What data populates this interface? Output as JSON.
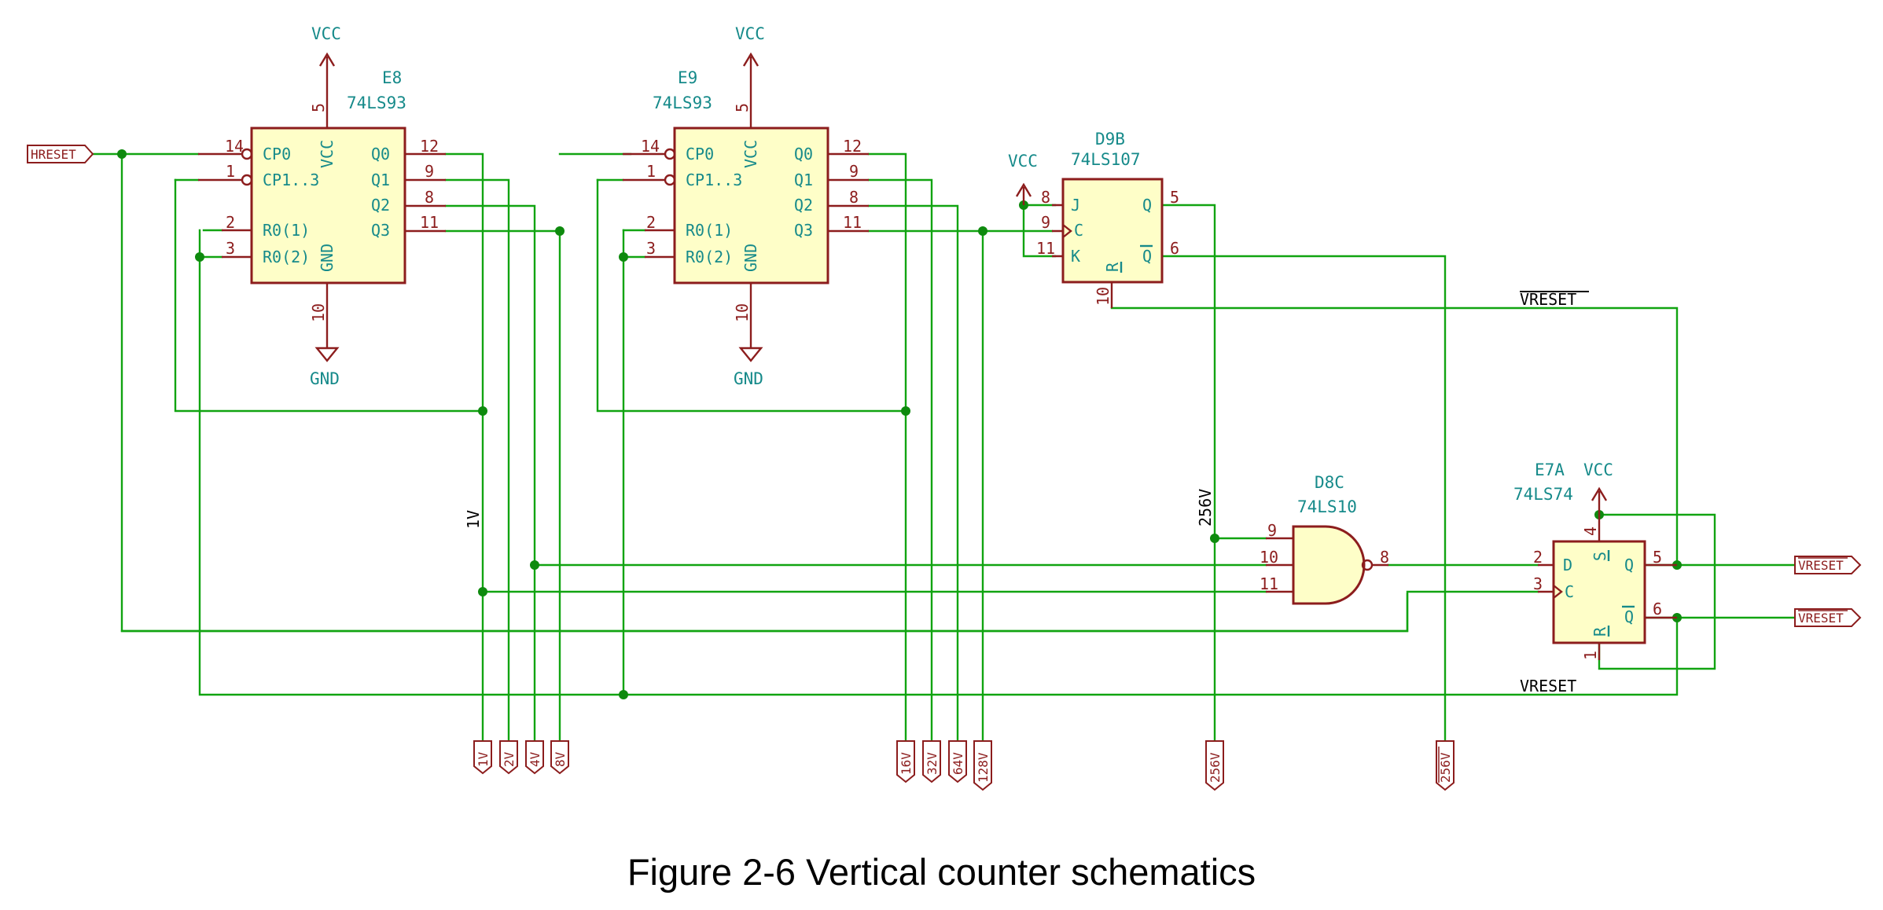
{
  "caption": "Figure 2-6 Vertical counter schematics",
  "colors": {
    "wire": "#11a411",
    "junction": "#0e8a0e",
    "part_outline": "#8c1d1d",
    "part_fill": "#fefec8",
    "ref_text": "#168a8a",
    "pin_text": "#8c1d1d"
  },
  "power": {
    "vcc": "VCC",
    "gnd": "GND"
  },
  "counters": [
    {
      "ref": "E8",
      "part": "74LS93",
      "pins": {
        "vcc": "5",
        "gnd": "10",
        "cp0": "14",
        "cp1": "1",
        "r01": "2",
        "r02": "3",
        "q0": "12",
        "q1": "9",
        "q2": "8",
        "q3": "11"
      },
      "names": {
        "cp0": "CP0",
        "cp1": "CP1..3",
        "r01": "R0(1)",
        "r02": "R0(2)",
        "q0": "Q0",
        "q1": "Q1",
        "q2": "Q2",
        "q3": "Q3",
        "vcc": "VCC",
        "gnd": "GND"
      }
    },
    {
      "ref": "E9",
      "part": "74LS93",
      "pins": {
        "vcc": "5",
        "gnd": "10",
        "cp0": "14",
        "cp1": "1",
        "r01": "2",
        "r02": "3",
        "q0": "12",
        "q1": "9",
        "q2": "8",
        "q3": "11"
      },
      "names": {
        "cp0": "CP0",
        "cp1": "CP1..3",
        "r01": "R0(1)",
        "r02": "R0(2)",
        "q0": "Q0",
        "q1": "Q1",
        "q2": "Q2",
        "q3": "Q3",
        "vcc": "VCC",
        "gnd": "GND"
      }
    }
  ],
  "jk": {
    "ref": "D9B",
    "part": "74LS107",
    "pins": {
      "j": "8",
      "c": "9",
      "k": "11",
      "q": "5",
      "qbar": "6",
      "r": "10"
    },
    "names": {
      "j": "J",
      "c": "C",
      "k": "K",
      "q": "Q",
      "qbar": "Q",
      "r": "R"
    }
  },
  "nand": {
    "ref": "D8C",
    "part": "74LS10",
    "pins": {
      "in1": "9",
      "in2": "10",
      "in3": "11",
      "out": "8"
    }
  },
  "dff": {
    "ref": "E7A",
    "part": "74LS74",
    "pins": {
      "s": "4",
      "d": "2",
      "c": "3",
      "q": "5",
      "qbar": "6",
      "r": "1"
    },
    "names": {
      "s": "S",
      "d": "D",
      "c": "C",
      "q": "Q",
      "qbar": "Q",
      "r": "R"
    }
  },
  "nets": {
    "hreset": "HRESET",
    "vreset_bar": "VRESET",
    "vreset": "VRESET",
    "v256": "256V",
    "v1": "1V"
  },
  "bus_labels": [
    "1V",
    "2V",
    "4V",
    "8V",
    "16V",
    "32V",
    "64V",
    "128V",
    "256V",
    "256V"
  ],
  "output_labels": [
    "VRESET",
    "VRESET"
  ]
}
